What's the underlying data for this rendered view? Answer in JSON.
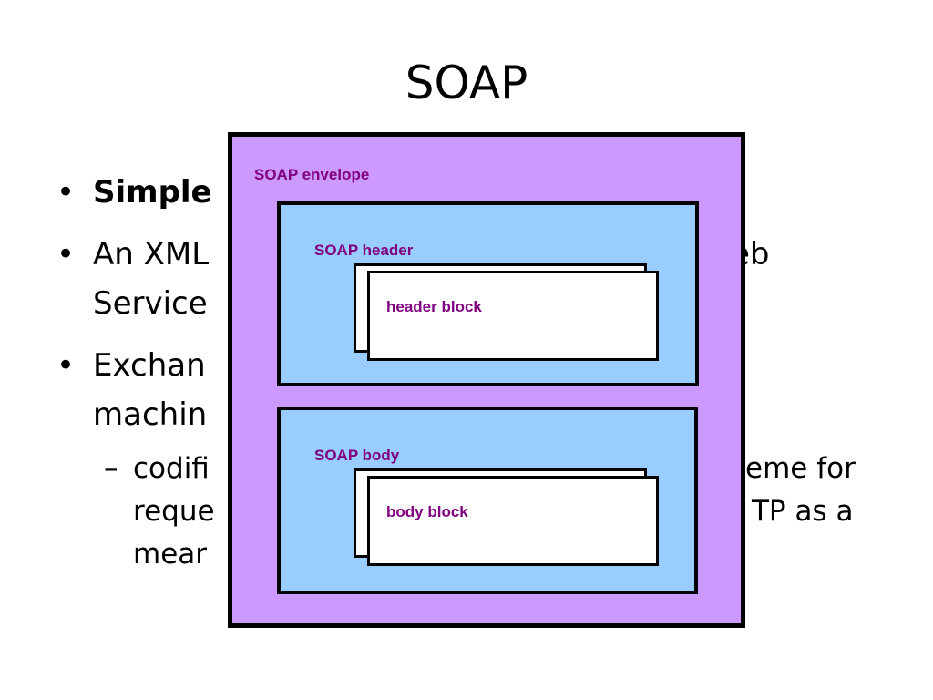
{
  "slide": {
    "title": "SOAP",
    "bullets": [
      {
        "text": "Simple"
      },
      {
        "text": "An XML",
        "tail": "eb",
        "line2": "Service"
      },
      {
        "text": "Exchan",
        "line2": "machin"
      }
    ],
    "sub_bullet": {
      "dash": "–",
      "line1": "codifi",
      "line1_tail": "eme for",
      "line2": "reque",
      "line2_tail": "TP as a",
      "line3": "mear"
    }
  },
  "diagram": {
    "envelope_label": "SOAP envelope",
    "header_label": "SOAP header",
    "header_block_label": "header block",
    "body_label": "SOAP body",
    "body_block_label": "body block",
    "colors": {
      "envelope": "#cc99ff",
      "panel": "#99ccff",
      "label": "#800080",
      "border": "#000000"
    }
  }
}
